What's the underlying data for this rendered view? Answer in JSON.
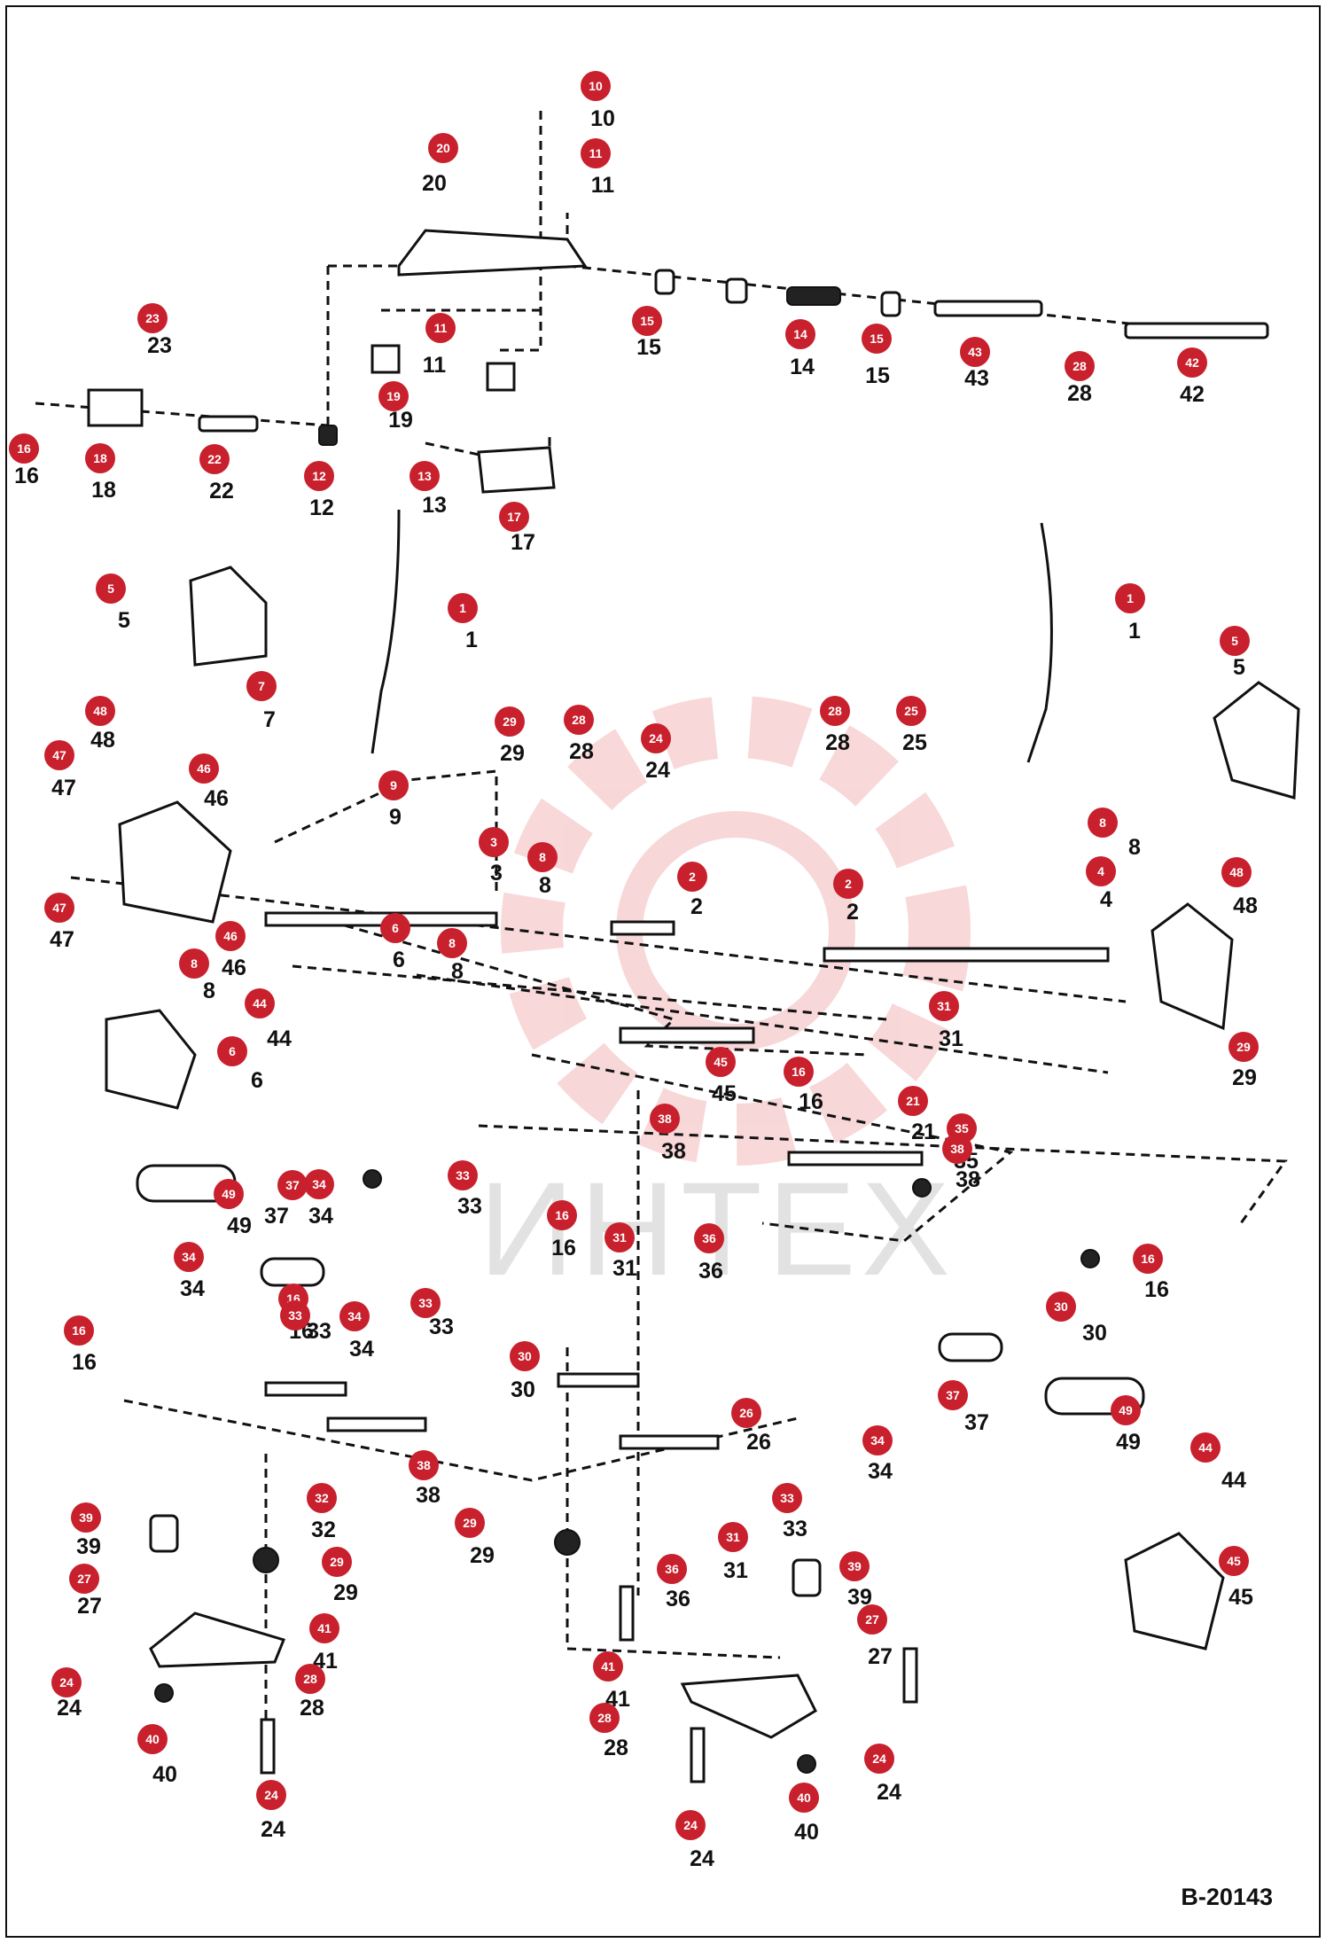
{
  "drawing_number": "B-20143",
  "watermark": {
    "text": "ИНТЕХ",
    "color": "#f2b8b8"
  },
  "colors": {
    "callout": "#c8202c",
    "line": "#111111"
  },
  "callouts": [
    {
      "n": "10",
      "label": "10"
    },
    {
      "n": "11",
      "label": "11"
    },
    {
      "n": "20",
      "label": "20"
    },
    {
      "n": "11",
      "label": "11"
    },
    {
      "n": "15",
      "label": "15"
    },
    {
      "n": "14",
      "label": "14"
    },
    {
      "n": "15",
      "label": "15"
    },
    {
      "n": "43",
      "label": "43"
    },
    {
      "n": "28",
      "label": "28"
    },
    {
      "n": "42",
      "label": "42"
    },
    {
      "n": "23",
      "label": "23"
    },
    {
      "n": "19",
      "label": "19"
    },
    {
      "n": "16",
      "label": "16"
    },
    {
      "n": "18",
      "label": "18"
    },
    {
      "n": "22",
      "label": "22"
    },
    {
      "n": "12",
      "label": "12"
    },
    {
      "n": "13",
      "label": "13"
    },
    {
      "n": "17",
      "label": "17"
    },
    {
      "n": "5",
      "label": "5"
    },
    {
      "n": "1",
      "label": "1"
    },
    {
      "n": "1",
      "label": "1"
    },
    {
      "n": "5",
      "label": "5"
    },
    {
      "n": "7",
      "label": "7"
    },
    {
      "n": "48",
      "label": "48"
    },
    {
      "n": "29",
      "label": "29"
    },
    {
      "n": "28",
      "label": "28"
    },
    {
      "n": "24",
      "label": "24"
    },
    {
      "n": "28",
      "label": "28"
    },
    {
      "n": "25",
      "label": "25"
    },
    {
      "n": "47",
      "label": "47"
    },
    {
      "n": "46",
      "label": "46"
    },
    {
      "n": "9",
      "label": "9"
    },
    {
      "n": "3",
      "label": "3"
    },
    {
      "n": "8",
      "label": "8"
    },
    {
      "n": "2",
      "label": "2"
    },
    {
      "n": "8",
      "label": "8"
    },
    {
      "n": "4",
      "label": "4"
    },
    {
      "n": "48",
      "label": "48"
    },
    {
      "n": "47",
      "label": "47"
    },
    {
      "n": "46",
      "label": "46"
    },
    {
      "n": "6",
      "label": "6"
    },
    {
      "n": "8",
      "label": "8"
    },
    {
      "n": "2",
      "label": "2"
    },
    {
      "n": "8",
      "label": "8"
    },
    {
      "n": "44",
      "label": "44"
    },
    {
      "n": "31",
      "label": "31"
    },
    {
      "n": "29",
      "label": "29"
    },
    {
      "n": "6",
      "label": "6"
    },
    {
      "n": "45",
      "label": "45"
    },
    {
      "n": "16",
      "label": "16"
    },
    {
      "n": "21",
      "label": "21"
    },
    {
      "n": "35",
      "label": "35"
    },
    {
      "n": "38",
      "label": "38"
    },
    {
      "n": "38",
      "label": "38"
    },
    {
      "n": "33",
      "label": "33"
    },
    {
      "n": "37",
      "label": "37"
    },
    {
      "n": "34",
      "label": "34"
    },
    {
      "n": "49",
      "label": "49"
    },
    {
      "n": "16",
      "label": "16"
    },
    {
      "n": "31",
      "label": "31"
    },
    {
      "n": "36",
      "label": "36"
    },
    {
      "n": "34",
      "label": "34"
    },
    {
      "n": "16",
      "label": "16"
    },
    {
      "n": "16",
      "label": "16"
    },
    {
      "n": "30",
      "label": "30"
    },
    {
      "n": "16",
      "label": "16"
    },
    {
      "n": "33",
      "label": "33"
    },
    {
      "n": "34",
      "label": "34"
    },
    {
      "n": "33",
      "label": "33"
    },
    {
      "n": "30",
      "label": "30"
    },
    {
      "n": "26",
      "label": "26"
    },
    {
      "n": "37",
      "label": "37"
    },
    {
      "n": "49",
      "label": "49"
    },
    {
      "n": "34",
      "label": "34"
    },
    {
      "n": "38",
      "label": "38"
    },
    {
      "n": "32",
      "label": "32"
    },
    {
      "n": "33",
      "label": "33"
    },
    {
      "n": "44",
      "label": "44"
    },
    {
      "n": "39",
      "label": "39"
    },
    {
      "n": "27",
      "label": "27"
    },
    {
      "n": "29",
      "label": "29"
    },
    {
      "n": "29",
      "label": "29"
    },
    {
      "n": "31",
      "label": "31"
    },
    {
      "n": "36",
      "label": "36"
    },
    {
      "n": "39",
      "label": "39"
    },
    {
      "n": "45",
      "label": "45"
    },
    {
      "n": "41",
      "label": "41"
    },
    {
      "n": "24",
      "label": "24"
    },
    {
      "n": "28",
      "label": "28"
    },
    {
      "n": "27",
      "label": "27"
    },
    {
      "n": "40",
      "label": "40"
    },
    {
      "n": "41",
      "label": "41"
    },
    {
      "n": "28",
      "label": "28"
    },
    {
      "n": "24",
      "label": "24"
    },
    {
      "n": "24",
      "label": "24"
    },
    {
      "n": "40",
      "label": "40"
    },
    {
      "n": "24",
      "label": "24"
    }
  ]
}
